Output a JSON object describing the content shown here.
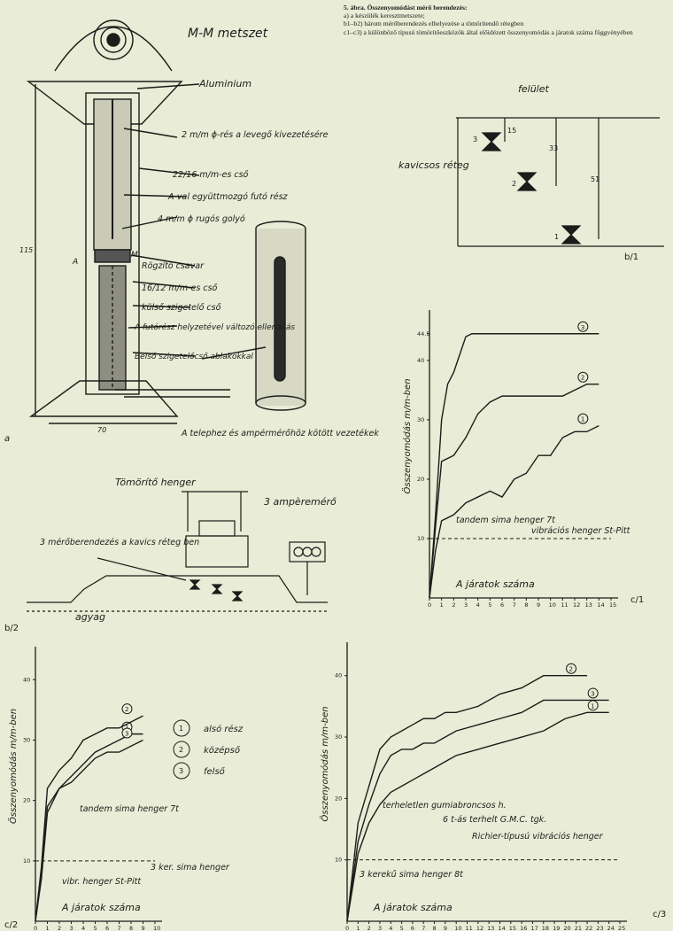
{
  "caption": {
    "title": "5. ábra. Összenyomódást mérő berendezés:",
    "lines": [
      "a) a készülék keresztmetszete;",
      "b1–b2) három mérőberendezés elhelyezése a tömörítendő rétegben",
      "c1–c3) a különböző típusú tömörítőeszközök által előidézett összenyomódás a járatok száma függvényében"
    ]
  },
  "figure_a": {
    "section_label": "M-M metszet",
    "labels": {
      "aluminium": "Aluminium",
      "hole": "2 m/m ϕ-rés a levegő kivezetésére",
      "tube": "22/16 m/m-es cső",
      "slider": "A-val együttmozgó futó rész",
      "spring": "4 m/m ϕ rugós golyó",
      "clamp": "Rögzítő csavar",
      "tube2": "16/12 m/m-es cső",
      "outer": "külső szigetelő cső",
      "resistor": "A futórész helyzetével változó ellenállás",
      "inner": "Belső szigetelőcső ablakokkal",
      "wires": "A telephez és ampérmérőhöz kötött vezetékek",
      "dim_height": "115",
      "dim_width": "70",
      "m_mark": "M",
      "a_mark": "A",
      "panel": "a"
    }
  },
  "figure_b1": {
    "top": "felület",
    "layer": "kavicsos réteg",
    "dims": [
      "15",
      "33",
      "51"
    ],
    "gauges": [
      "1",
      "2",
      "3"
    ],
    "panel": "b/1"
  },
  "figure_b2": {
    "roller": "Tömörítő henger",
    "meter": "3 ampèremérő",
    "devices": "3 mérőberendezés a kavics réteg ben",
    "clay": "agyag",
    "panel": "b/2"
  },
  "chart_data": [
    {
      "type": "line",
      "panel": "c/1",
      "ylabel": "Összenyomódás m/m-ben",
      "xlabel": "A járatok száma",
      "x_ticks": [
        "0",
        "1",
        "2",
        "3",
        "4",
        "5",
        "6",
        "7",
        "8",
        "9",
        "10",
        "11",
        "12",
        "13",
        "14",
        "15"
      ],
      "y_ticks": [
        "10",
        "20",
        "30",
        "40",
        "44.5"
      ],
      "ylim": [
        0,
        47
      ],
      "xlim": [
        0,
        15
      ],
      "annotations": [
        "tandem sima henger 7t",
        "vibrációs henger St-Pitt"
      ],
      "series": [
        {
          "name": "3",
          "x": [
            0,
            0.5,
            1,
            1.5,
            2,
            2.5,
            3,
            3.5,
            4,
            5,
            6,
            7,
            8,
            9,
            10,
            11,
            12,
            13,
            14
          ],
          "y": [
            0,
            14,
            30,
            36,
            38,
            41,
            44,
            44.5,
            44.5,
            44.5,
            44.5,
            44.5,
            44.5,
            44.5,
            44.5,
            44.5,
            44.5,
            44.5,
            44.5
          ]
        },
        {
          "name": "2",
          "x": [
            0,
            0.5,
            1,
            2,
            3,
            4,
            5,
            6,
            7,
            8,
            9,
            10,
            11,
            12,
            13,
            14
          ],
          "y": [
            0,
            12,
            23,
            24,
            27,
            31,
            33,
            34,
            34,
            34,
            34,
            34,
            34,
            35,
            36,
            36
          ]
        },
        {
          "name": "1",
          "x": [
            0,
            0.5,
            1,
            2,
            3,
            4,
            5,
            6,
            7,
            8,
            9,
            10,
            11,
            12,
            13,
            14
          ],
          "y": [
            0,
            8,
            13,
            14,
            16,
            17,
            18,
            17,
            20,
            21,
            24,
            24,
            27,
            28,
            28,
            29
          ]
        }
      ]
    },
    {
      "type": "line",
      "panel": "c/2",
      "ylabel": "Összenyomódás m/m-ben",
      "xlabel": "A járatok száma",
      "x_ticks": [
        "0",
        "1",
        "2",
        "3",
        "4",
        "5",
        "6",
        "7",
        "8",
        "9",
        "10"
      ],
      "y_ticks": [
        "10",
        "20",
        "30",
        "40"
      ],
      "ylim": [
        0,
        44
      ],
      "xlim": [
        0,
        10
      ],
      "legend": [
        {
          "id": "1",
          "label": "alsó rész"
        },
        {
          "id": "2",
          "label": "középső"
        },
        {
          "id": "3",
          "label": "felső"
        }
      ],
      "annotations": [
        "tandem sima henger 7t",
        "vibr. henger St-Pitt",
        "3 ker. sima henger"
      ],
      "series": [
        {
          "name": "1",
          "x": [
            0,
            0.5,
            1,
            2,
            3,
            4,
            5,
            6,
            7,
            8,
            9
          ],
          "y": [
            0,
            8,
            19,
            22,
            24,
            26,
            28,
            29,
            30,
            31,
            31
          ]
        },
        {
          "name": "2",
          "x": [
            0,
            0.5,
            1,
            2,
            3,
            4,
            5,
            6,
            7,
            8,
            9
          ],
          "y": [
            0,
            9,
            22,
            25,
            27,
            30,
            31,
            32,
            32,
            33,
            34
          ]
        },
        {
          "name": "3",
          "x": [
            0,
            0.5,
            1,
            2,
            3,
            4,
            5,
            6,
            7,
            8,
            9
          ],
          "y": [
            0,
            7,
            18,
            22,
            23,
            25,
            27,
            28,
            28,
            29,
            30
          ]
        }
      ]
    },
    {
      "type": "line",
      "panel": "c/3",
      "ylabel": "Összenyomódás m/m-ben",
      "xlabel": "A járatok száma",
      "x_ticks": [
        "0",
        "1",
        "2",
        "3",
        "4",
        "5",
        "6",
        "7",
        "8",
        "9",
        "10",
        "11",
        "12",
        "13",
        "14",
        "15",
        "16",
        "17",
        "18",
        "19",
        "20",
        "21",
        "22",
        "23",
        "24",
        "25"
      ],
      "y_ticks": [
        "10",
        "20",
        "30",
        "40"
      ],
      "ylim": [
        0,
        44
      ],
      "xlim": [
        0,
        25
      ],
      "annotations": [
        "terheletlen gumiabroncsos h.",
        "6 t-ás terhelt G.M.C. tgk.",
        "Richier-típusú vibrációs henger",
        "3 kerekű sima henger 8t"
      ],
      "series": [
        {
          "name": "2",
          "x": [
            0,
            1,
            2,
            3,
            4,
            5,
            6,
            7,
            8,
            9,
            10,
            12,
            14,
            16,
            18,
            20,
            22
          ],
          "y": [
            0,
            16,
            22,
            28,
            30,
            31,
            32,
            33,
            33,
            34,
            34,
            35,
            37,
            38,
            40,
            40,
            40
          ]
        },
        {
          "name": "3",
          "x": [
            0,
            1,
            2,
            3,
            4,
            5,
            6,
            7,
            8,
            9,
            10,
            12,
            14,
            16,
            18,
            20,
            22,
            24
          ],
          "y": [
            0,
            13,
            19,
            24,
            27,
            28,
            28,
            29,
            29,
            30,
            31,
            32,
            33,
            34,
            36,
            36,
            36,
            36
          ]
        },
        {
          "name": "1",
          "x": [
            0,
            1,
            2,
            3,
            4,
            5,
            6,
            7,
            8,
            9,
            10,
            12,
            14,
            16,
            18,
            20,
            22,
            24
          ],
          "y": [
            0,
            11,
            16,
            19,
            21,
            22,
            23,
            24,
            25,
            26,
            27,
            28,
            29,
            30,
            31,
            33,
            34,
            34
          ]
        }
      ]
    }
  ]
}
